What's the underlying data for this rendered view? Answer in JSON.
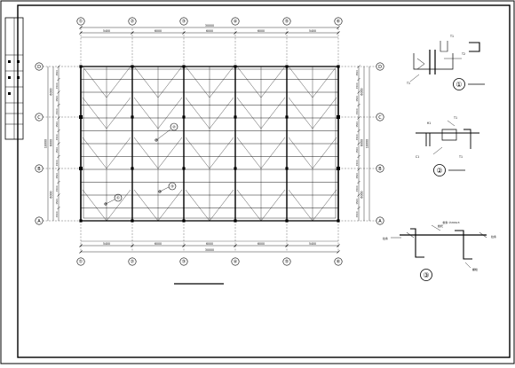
{
  "plan": {
    "col_labels": [
      "①",
      "②",
      "③",
      "④",
      "⑤",
      "⑥"
    ],
    "row_labels": [
      "D",
      "C",
      "B",
      "A"
    ],
    "bay_dims": [
      "5400",
      "6000",
      "6000",
      "6000",
      "5400"
    ],
    "total_width": "30000",
    "left_dims": [
      "6000",
      "6000",
      "6000"
    ],
    "left_total": "18000",
    "right_dims": [
      "6000",
      "6000",
      "6000"
    ],
    "right_total": "18000",
    "purlin_spacing": "1500",
    "callout_marks": [
      "②",
      "①",
      "③"
    ]
  },
  "details": [
    {
      "number": "①",
      "labels": [
        "T1",
        "T2",
        "T1"
      ]
    },
    {
      "number": "②",
      "labels": [
        "T1",
        "H1",
        "C1",
        "T1"
      ]
    },
    {
      "number": "③",
      "labels": [
        "檩条 ∅200x3",
        "拉条",
        "檩托",
        "螺栓",
        "拉条"
      ]
    }
  ],
  "title_block": {
    "cells": [
      "",
      "",
      "",
      "",
      "",
      "",
      ""
    ]
  }
}
